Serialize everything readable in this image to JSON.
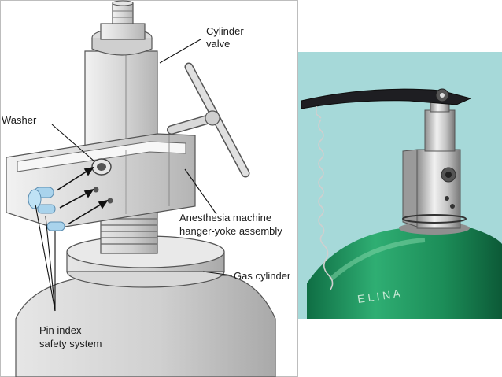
{
  "labels": {
    "cylinder_valve_line1": "Cylinder",
    "cylinder_valve_line2": "valve",
    "washer": "Washer",
    "hanger_yoke_line1": "Anesthesia machine",
    "hanger_yoke_line2": "hanger-yoke assembly",
    "gas_cylinder": "Gas cylinder",
    "pin_index_line1": "Pin index",
    "pin_index_line2": "safety system"
  },
  "photo": {
    "bottle_text": "E L I N A",
    "colors": {
      "background": "#a6d9d9",
      "cylinder_green": "#1f8f5c",
      "metal": "#c9c9c9",
      "handle": "#1e1e22"
    }
  }
}
